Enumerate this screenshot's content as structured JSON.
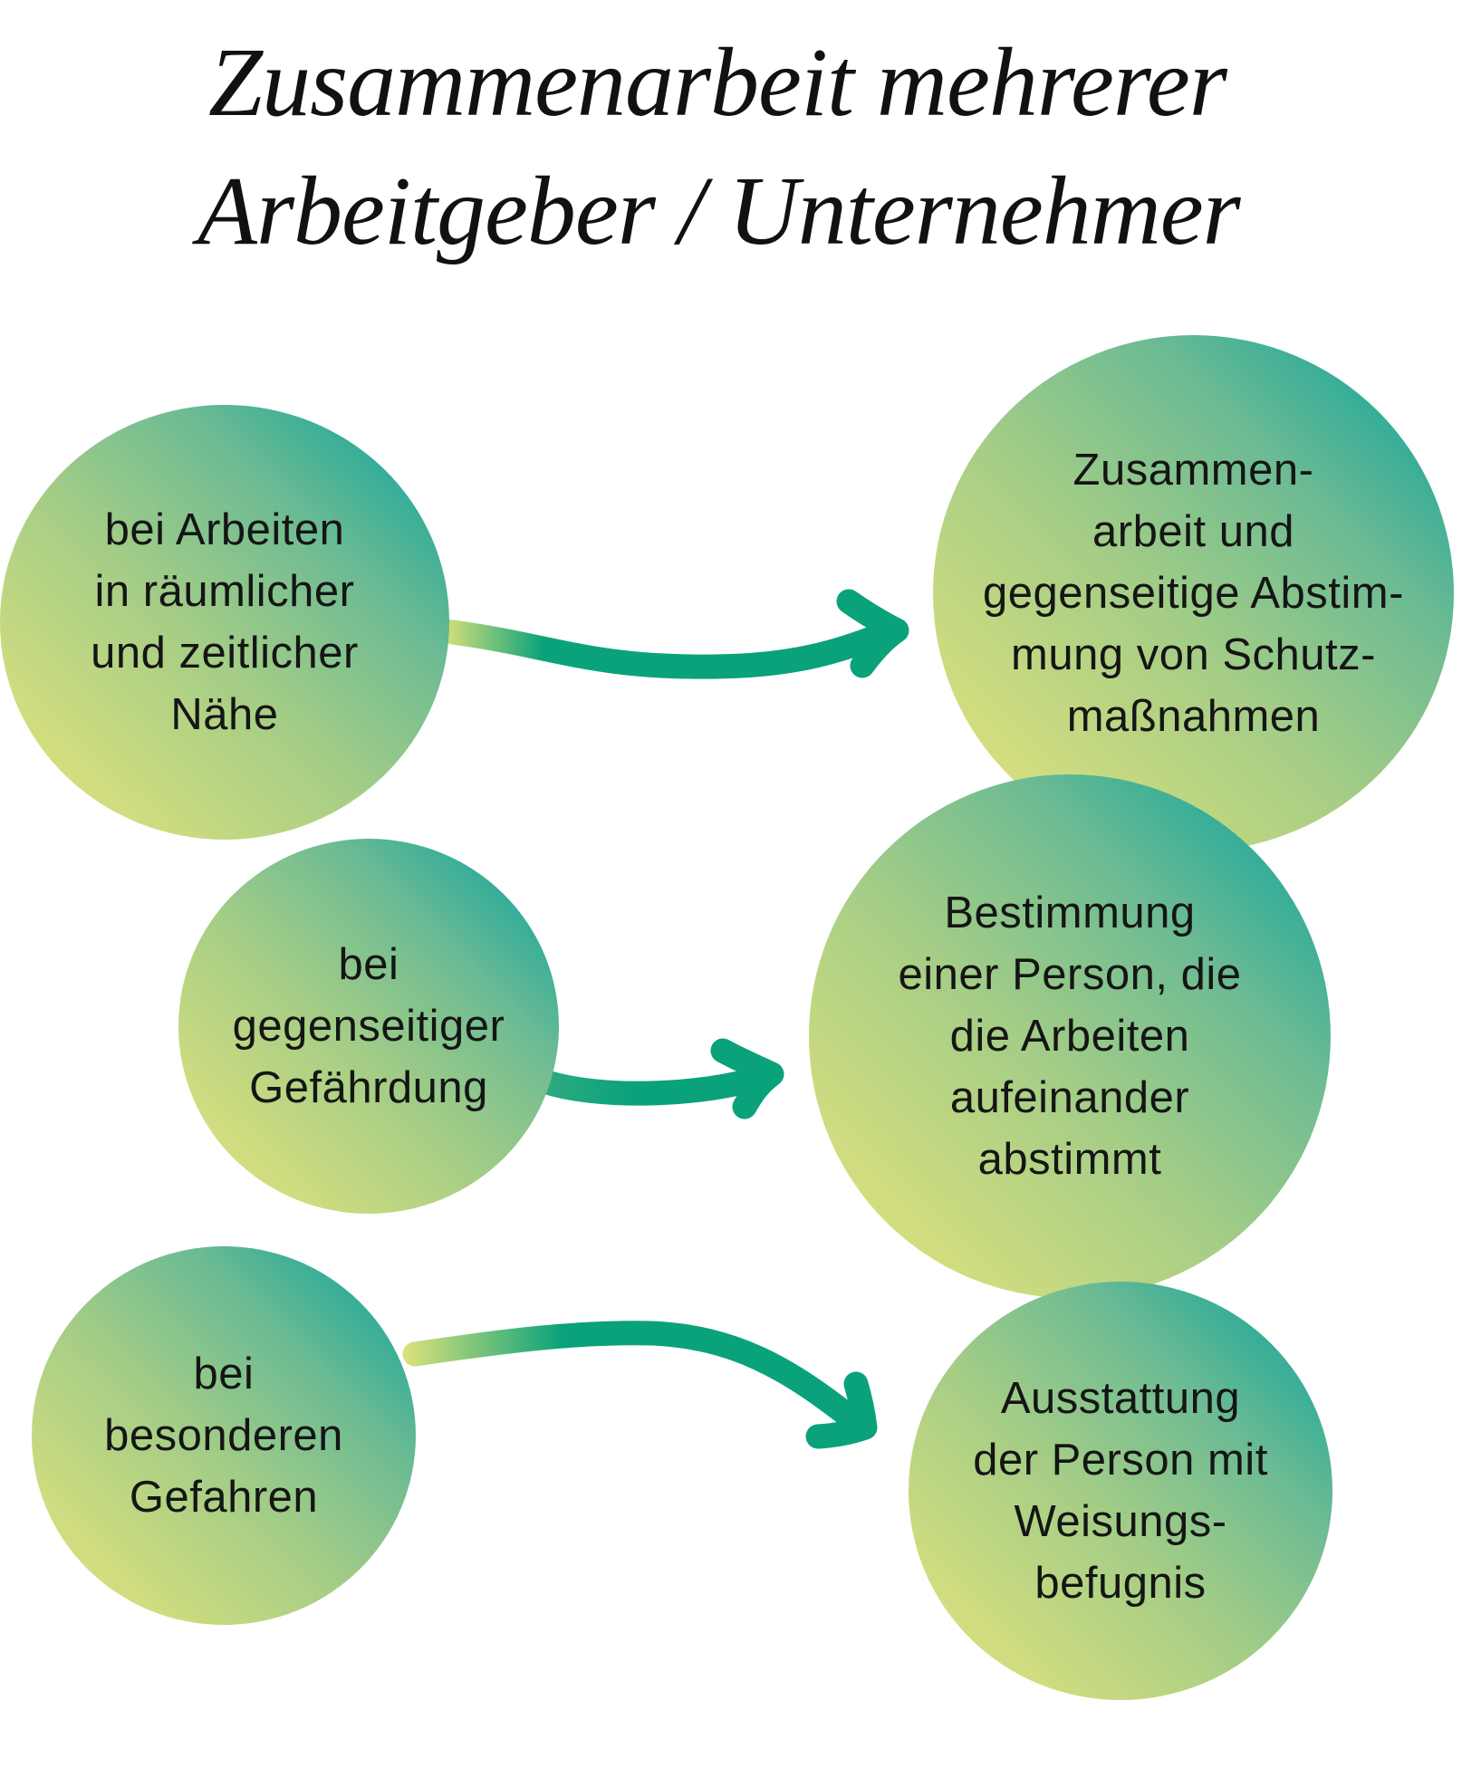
{
  "title": {
    "line1": "Zusammenarbeit mehrerer",
    "line2": "Arbeitgeber / Unternehmer"
  },
  "conditions": [
    {
      "text": "bei Arbeiten\nin räumlicher\nund zeitlicher\nNähe"
    },
    {
      "text": "bei\ngegenseitiger\nGefährdung"
    },
    {
      "text": "bei\nbesonderen\nGefahren"
    }
  ],
  "measures": [
    {
      "text": "Zusammen-\narbeit und\ngegenseitige Abstim-\nmung von Schutz-\nmaßnahmen"
    },
    {
      "text": "Bestimmung\neiner Person, die\ndie Arbeiten\naufeinander\nabstimmt"
    },
    {
      "text": "Ausstattung\nder Person mit\nWeisungs-\nbefugnis"
    }
  ],
  "colors": {
    "circle_light": "#dde27e",
    "circle_dark": "#0aa295",
    "arrow": "#0aa27b",
    "arrow_start": "#d8e07a"
  }
}
